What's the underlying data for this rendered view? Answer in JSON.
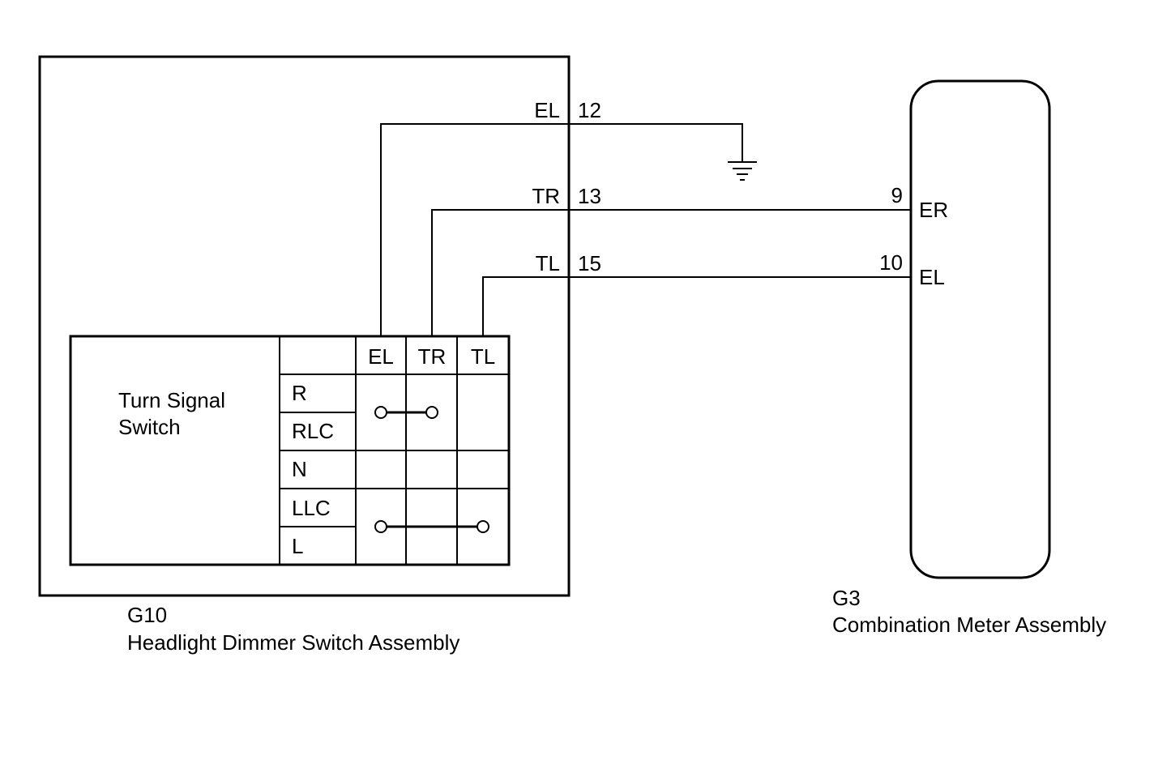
{
  "g10": {
    "code": "G10",
    "name": "Headlight Dimmer Switch Assembly",
    "pins": [
      {
        "signal": "EL",
        "number": "12"
      },
      {
        "signal": "TR",
        "number": "13"
      },
      {
        "signal": "TL",
        "number": "15"
      }
    ],
    "switch": {
      "title_line1": "Turn Signal",
      "title_line2": "Switch",
      "columns": [
        "EL",
        "TR",
        "TL"
      ],
      "positions": [
        "R",
        "RLC",
        "N",
        "LLC",
        "L"
      ]
    }
  },
  "g3": {
    "code": "G3",
    "name": "Combination Meter Assembly",
    "pins": [
      {
        "number": "9",
        "signal": "ER"
      },
      {
        "number": "10",
        "signal": "EL"
      }
    ]
  },
  "colors": {
    "line": "#000000",
    "background": "#ffffff"
  }
}
